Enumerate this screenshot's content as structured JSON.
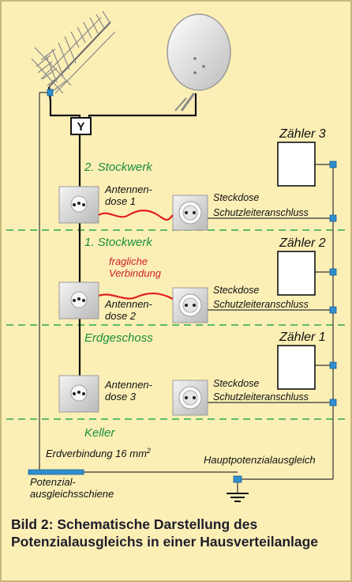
{
  "floors": {
    "f2": "2. Stockwerk",
    "f1": "1. Stockwerk",
    "eg": "Erdgeschoss",
    "keller": "Keller"
  },
  "meters": [
    "Zähler 3",
    "Zähler 2",
    "Zähler 1"
  ],
  "antenna_sockets": [
    {
      "line1": "Antennen-",
      "line2": "dose 1"
    },
    {
      "line1": "Antennen-",
      "line2": "dose 2"
    },
    {
      "line1": "Antennen-",
      "line2": "dose 3"
    }
  ],
  "outlet_label": "Steckdose",
  "pe_label": "Schutzleiteranschluss",
  "questionable": {
    "line1": "fragliche",
    "line2": "Verbindung"
  },
  "earth_connection": "Erdverbindung 16 mm",
  "earth_superscript": "2",
  "main_bonding": "Hauptpotenzialausgleich",
  "busbar": {
    "line1": "Potenzial-",
    "line2": "ausgleichsschiene"
  },
  "splitter_symbol": "Y",
  "caption": "Bild 2: Schematische Darstellung des Potenzialausgleichs in einer Hausverteilanlage",
  "colors": {
    "background": "#fcefb6",
    "floor_text": "#1a8f3a",
    "dashed_line": "#2aa84a",
    "red_link": "#e02020",
    "connector": "#2f8fd0"
  }
}
